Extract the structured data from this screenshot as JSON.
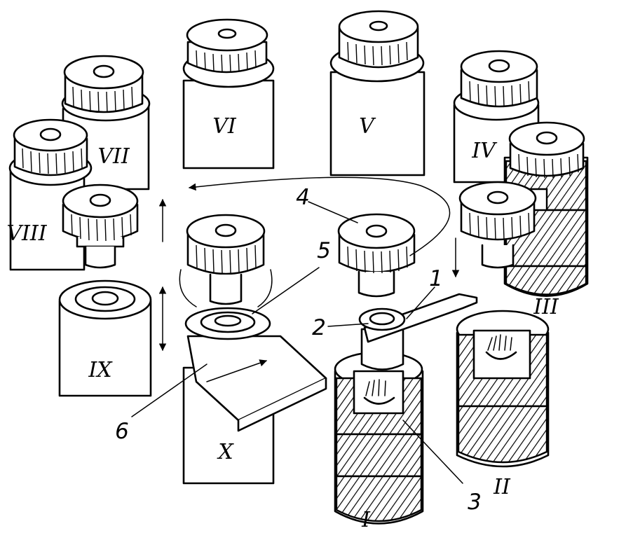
{
  "stations": [
    {
      "id": "I",
      "label": "I"
    },
    {
      "id": "II",
      "label": "II"
    },
    {
      "id": "III",
      "label": "III"
    },
    {
      "id": "IV",
      "label": "IV"
    },
    {
      "id": "V",
      "label": "V"
    },
    {
      "id": "VI",
      "label": "VI"
    },
    {
      "id": "VII",
      "label": "VII"
    },
    {
      "id": "VIII",
      "label": "VIII"
    },
    {
      "id": "IX",
      "label": "IX"
    },
    {
      "id": "X",
      "label": "X"
    }
  ],
  "callouts": [
    "1",
    "2",
    "3",
    "4",
    "5",
    "6"
  ],
  "colors": {
    "line": "#000000",
    "paper": "#ffffff"
  }
}
